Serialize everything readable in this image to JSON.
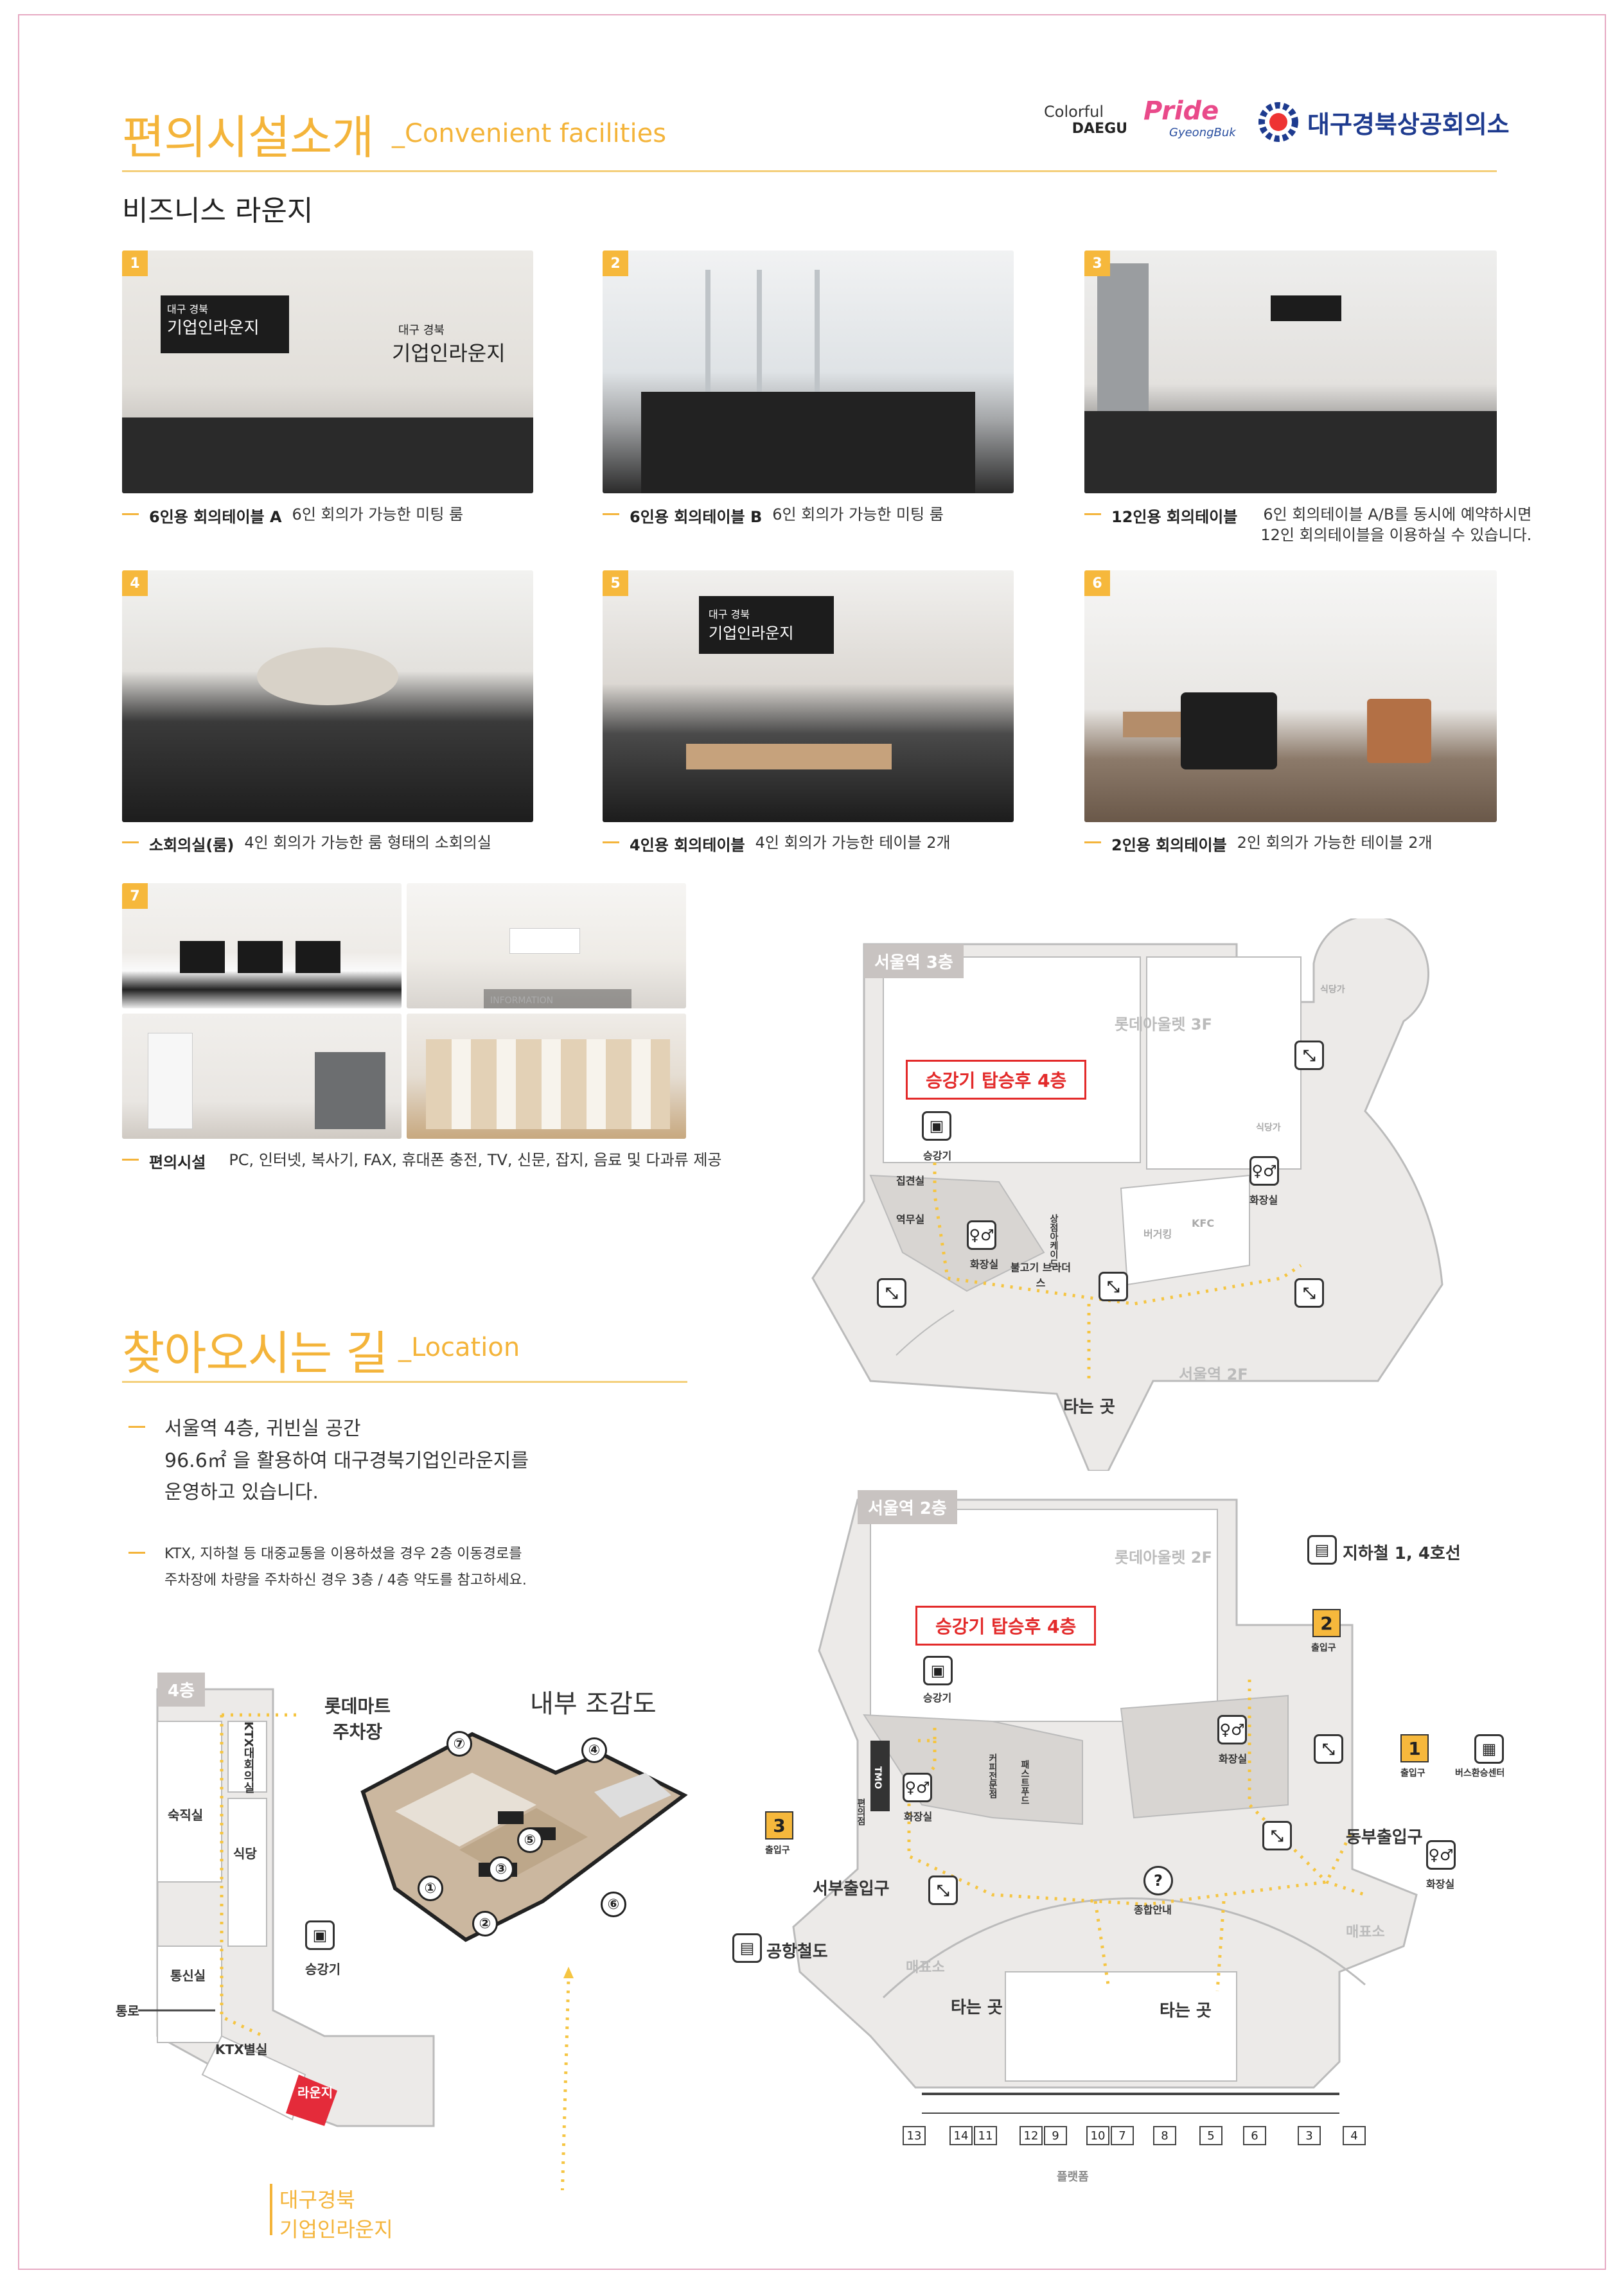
{
  "header": {
    "title": "편의시설소개",
    "subtitle": "_Convenient facilities",
    "logos": {
      "colorful": "Colorful",
      "daegu": "DAEGU",
      "pride": "Pride",
      "gyeongbuk": "GyeongBuk",
      "chamber": "대구경북상공회의소"
    }
  },
  "lounge": {
    "heading": "비즈니스 라운지",
    "items": [
      {
        "num": "1",
        "name": "6인용 회의테이블 A",
        "desc": "6인 회의가 가능한 미팅 룸",
        "sign1": "대구 경북",
        "sign2": "기업인라운지"
      },
      {
        "num": "2",
        "name": "6인용 회의테이블 B",
        "desc": "6인 회의가 가능한 미팅 룸"
      },
      {
        "num": "3",
        "name": "12인용 회의테이블",
        "desc": "6인 회의테이블 A/B를 동시에 예약하시면",
        "desc2": "12인 회의테이블을 이용하실 수 있습니다."
      },
      {
        "num": "4",
        "name": "소회의실(룸)",
        "desc": "4인 회의가 가능한 룸 형태의 소회의실"
      },
      {
        "num": "5",
        "name": "4인용 회의테이블",
        "desc": "4인 회의가 가능한 테이블 2개"
      },
      {
        "num": "6",
        "name": "2인용 회의테이블",
        "desc": "2인 회의가 가능한 테이블 2개"
      },
      {
        "num": "7",
        "name": "편의시설",
        "desc": "PC, 인터넷, 복사기, FAX, 휴대폰 충전, TV, 신문, 잡지, 음료 및 다과류 제공"
      }
    ],
    "info_sign": "INFORMATION"
  },
  "location": {
    "title": "찾아오시는 길",
    "subtitle": "_Location",
    "lines": [
      "서울역 4층, 귀빈실 공간",
      "96.6㎡ 을 활용하여 대구경북기업인라운지를",
      "운영하고 있습니다."
    ],
    "note_lines": [
      "KTX, 지하철 등 대중교통을 이용하셨을 경우 2층 이동경로를",
      "주차장에 차량을 주차하신 경우 3층 / 4층 약도를 참고하세요."
    ]
  },
  "floor4": {
    "label": "4층",
    "rooms": [
      "숙직실",
      "식당",
      "KTX대회의실",
      "통신실",
      "KTX별실",
      "라운지"
    ],
    "elevator": "승강기",
    "passage": "통로",
    "parking": [
      "롯데마트",
      "주차장"
    ],
    "interior_title": "내부 조감도",
    "lounge_name": [
      "대구경북",
      "기업인라운지"
    ],
    "nums": [
      "①",
      "②",
      "③",
      "④",
      "⑤",
      "⑥",
      "⑦"
    ]
  },
  "map3f": {
    "label": "서울역 3층",
    "callout": "승강기 탑승후 4층",
    "elevator": "승강기",
    "rooms": [
      "집견실",
      "역무실",
      "화장실",
      "불고기 브라더스",
      "버거킹",
      "KFC",
      "화장실",
      "식당가",
      "식당가",
      "상점아케이드"
    ],
    "lotte": "롯데아울렛 3F",
    "seoul2f": "서울역 2F",
    "board": "타는 곳"
  },
  "map2f": {
    "label": "서울역 2층",
    "callout": "승강기 탑승후 4층",
    "elevator": "승강기",
    "lotte": "롯데아울렛 2F",
    "subway": "지하철 1, 4호선",
    "gate1": "1",
    "gate2": "2",
    "gate3": "3",
    "entrance": "출입구",
    "bus": "버스환승센터",
    "east": "동부출입구",
    "west": "서부출입구",
    "info": "종합안내",
    "toilet": "화장실",
    "ticket": "매표소",
    "airport": "공항철도",
    "board": "타는 곳",
    "platform": "플랫폼",
    "tmo": "TMO",
    "rooms": [
      "편의점",
      "커피전문점",
      "패스트푸드"
    ],
    "platforms": [
      "13",
      "14",
      "11",
      "12",
      "9",
      "10",
      "7",
      "8",
      "5",
      "6",
      "3",
      "4"
    ]
  }
}
